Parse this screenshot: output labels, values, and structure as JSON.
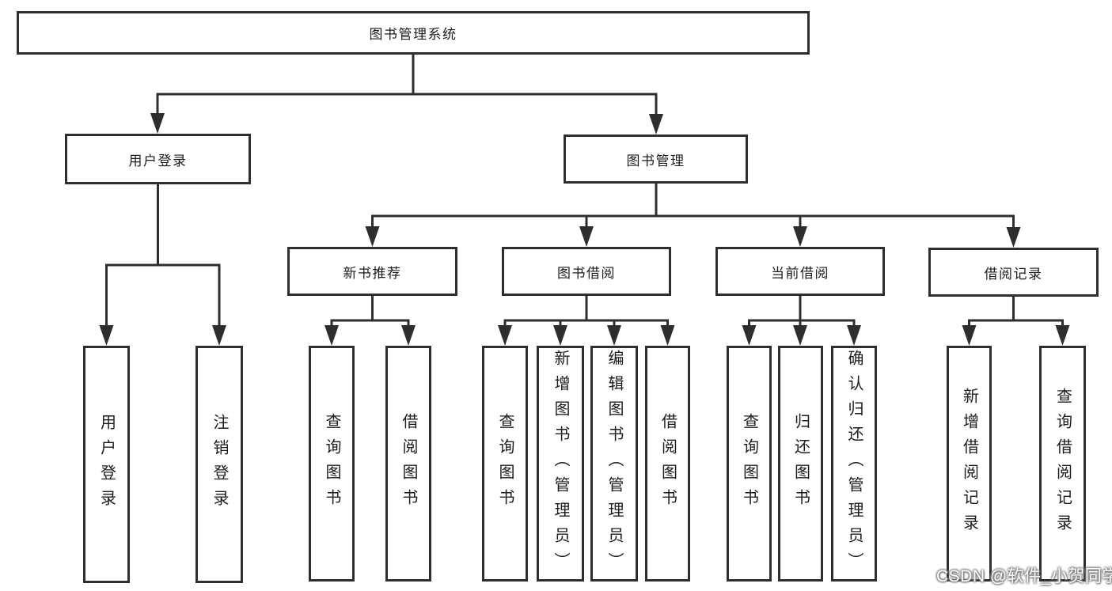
{
  "diagram": {
    "root": {
      "label": "图书管理系统"
    },
    "branches": [
      {
        "label": "用户登录",
        "children": [
          {
            "label": "用户登录"
          },
          {
            "label": "注销登录"
          }
        ]
      },
      {
        "label": "图书管理",
        "children": [
          {
            "label": "新书推荐",
            "children": [
              {
                "label": "查询图书"
              },
              {
                "label": "借阅图书"
              }
            ]
          },
          {
            "label": "图书借阅",
            "children": [
              {
                "label": "查询图书"
              },
              {
                "label": "新增图书（管理员）"
              },
              {
                "label": "编辑图书（管理员）"
              },
              {
                "label": "借阅图书"
              }
            ]
          },
          {
            "label": "当前借阅",
            "children": [
              {
                "label": "查询图书"
              },
              {
                "label": "归还图书"
              },
              {
                "label": "确认归还（管理员）"
              }
            ]
          },
          {
            "label": "借阅记录",
            "children": [
              {
                "label": "新增借阅记录"
              },
              {
                "label": "查询借阅记录"
              }
            ]
          }
        ]
      }
    ]
  },
  "watermark": {
    "text": "CSDN @软件_小贺同学"
  },
  "colors": {
    "line": "#2e2e2e",
    "text": "#1c1c1c",
    "background": "#ffffff"
  }
}
